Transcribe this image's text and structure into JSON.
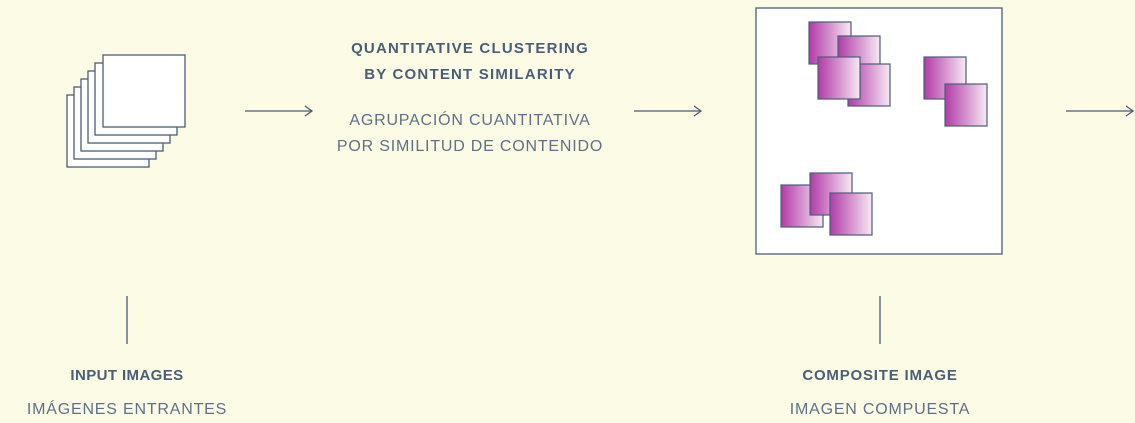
{
  "colors": {
    "background": "#fcfbe6",
    "stroke": "#4a5e78",
    "tile_gradient_start": "#b23ba8",
    "tile_gradient_end": "#f7e9f3"
  },
  "step_process": {
    "title_line1": "QUANTITATIVE CLUSTERING",
    "title_line2": "BY CONTENT SIMILARITY",
    "subtitle_line1": "AGRUPACIÓN CUANTITATIVA",
    "subtitle_line2": "POR SIMILITUD DE CONTENIDO"
  },
  "input_images": {
    "title": "INPUT IMAGES",
    "subtitle": "IMÁGENES ENTRANTES"
  },
  "composite_image": {
    "title": "COMPOSITE IMAGE",
    "subtitle": "IMAGEN COMPUESTA"
  }
}
